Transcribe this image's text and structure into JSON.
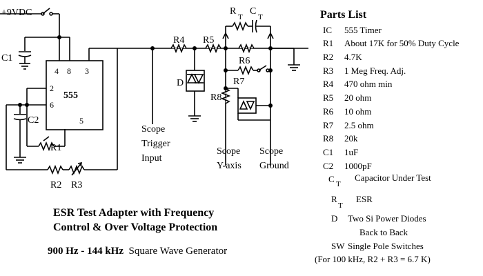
{
  "schematic": {
    "supply_label": "+9VDC",
    "ic_label": "555",
    "pins": {
      "p4": "4",
      "p8": "8",
      "p3": "3",
      "p2": "2",
      "p6": "6",
      "p5": "5"
    },
    "components": {
      "c1": "C1",
      "c2": "C2",
      "r1": "R1",
      "r2": "R2",
      "r3": "R3",
      "r4": "R4",
      "r5": "R5",
      "r6": "R6",
      "r7": "R7",
      "r8": "R8",
      "d": "D",
      "rt_r": "R",
      "rt_sub": "T",
      "ct_c": "C",
      "ct_sub": "T"
    },
    "outputs": {
      "trigger": [
        "Scope",
        "Trigger",
        "Input"
      ],
      "yaxis": [
        "Scope",
        "Y-axis"
      ],
      "ground": [
        "Scope",
        "Ground"
      ]
    }
  },
  "parts_list": {
    "title": "Parts List",
    "items": [
      {
        "code": "IC",
        "desc": "555 Timer"
      },
      {
        "code": "R1",
        "desc": "About 17K for 50% Duty Cycle"
      },
      {
        "code": "R2",
        "desc": "4.7K"
      },
      {
        "code": "R3",
        "desc": "1 Meg   Freq. Adj."
      },
      {
        "code": "R4",
        "desc": "470 ohm min"
      },
      {
        "code": "R5",
        "desc": "20 ohm"
      },
      {
        "code": "R6",
        "desc": "10 ohm"
      },
      {
        "code": "R7",
        "desc": "2.5 ohm"
      },
      {
        "code": "R8",
        "desc": "20k"
      },
      {
        "code": "C1",
        "desc": "1uF"
      },
      {
        "code": "C2",
        "desc": "1000pF"
      }
    ],
    "ct": {
      "letter": "C",
      "sub": "T",
      "desc": "Capacitor Under Test"
    },
    "rt": {
      "letter": "R",
      "sub": "T",
      "desc": "ESR"
    },
    "d": {
      "code": "D",
      "desc1": "Two Si Power Diodes",
      "desc2": "Back to Back"
    },
    "sw": {
      "code": "SW",
      "desc": "Single Pole Switches"
    },
    "note": "(For 100 kHz, R2 + R3 = 6.7 K)"
  },
  "caption": {
    "title_line1": "ESR Test Adapter with Frequency",
    "title_line2": "Control & Over Voltage Protection",
    "range": "900 Hz - 144 kHz",
    "subtitle": "Square Wave Generator"
  }
}
